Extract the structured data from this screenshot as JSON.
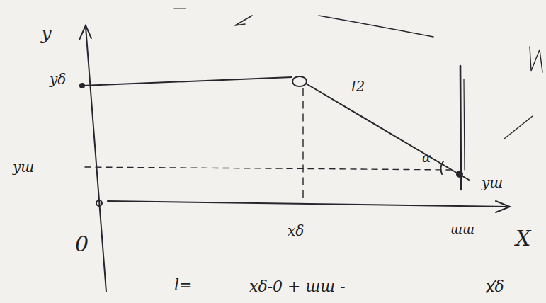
{
  "diagram": {
    "labels": [
      "y",
      "yδ",
      "yш",
      "0",
      "l2",
      "α",
      "yш",
      "xδ",
      "шш",
      "X",
      "l=",
      "xδ-0 + шш -",
      "xδ"
    ]
  }
}
